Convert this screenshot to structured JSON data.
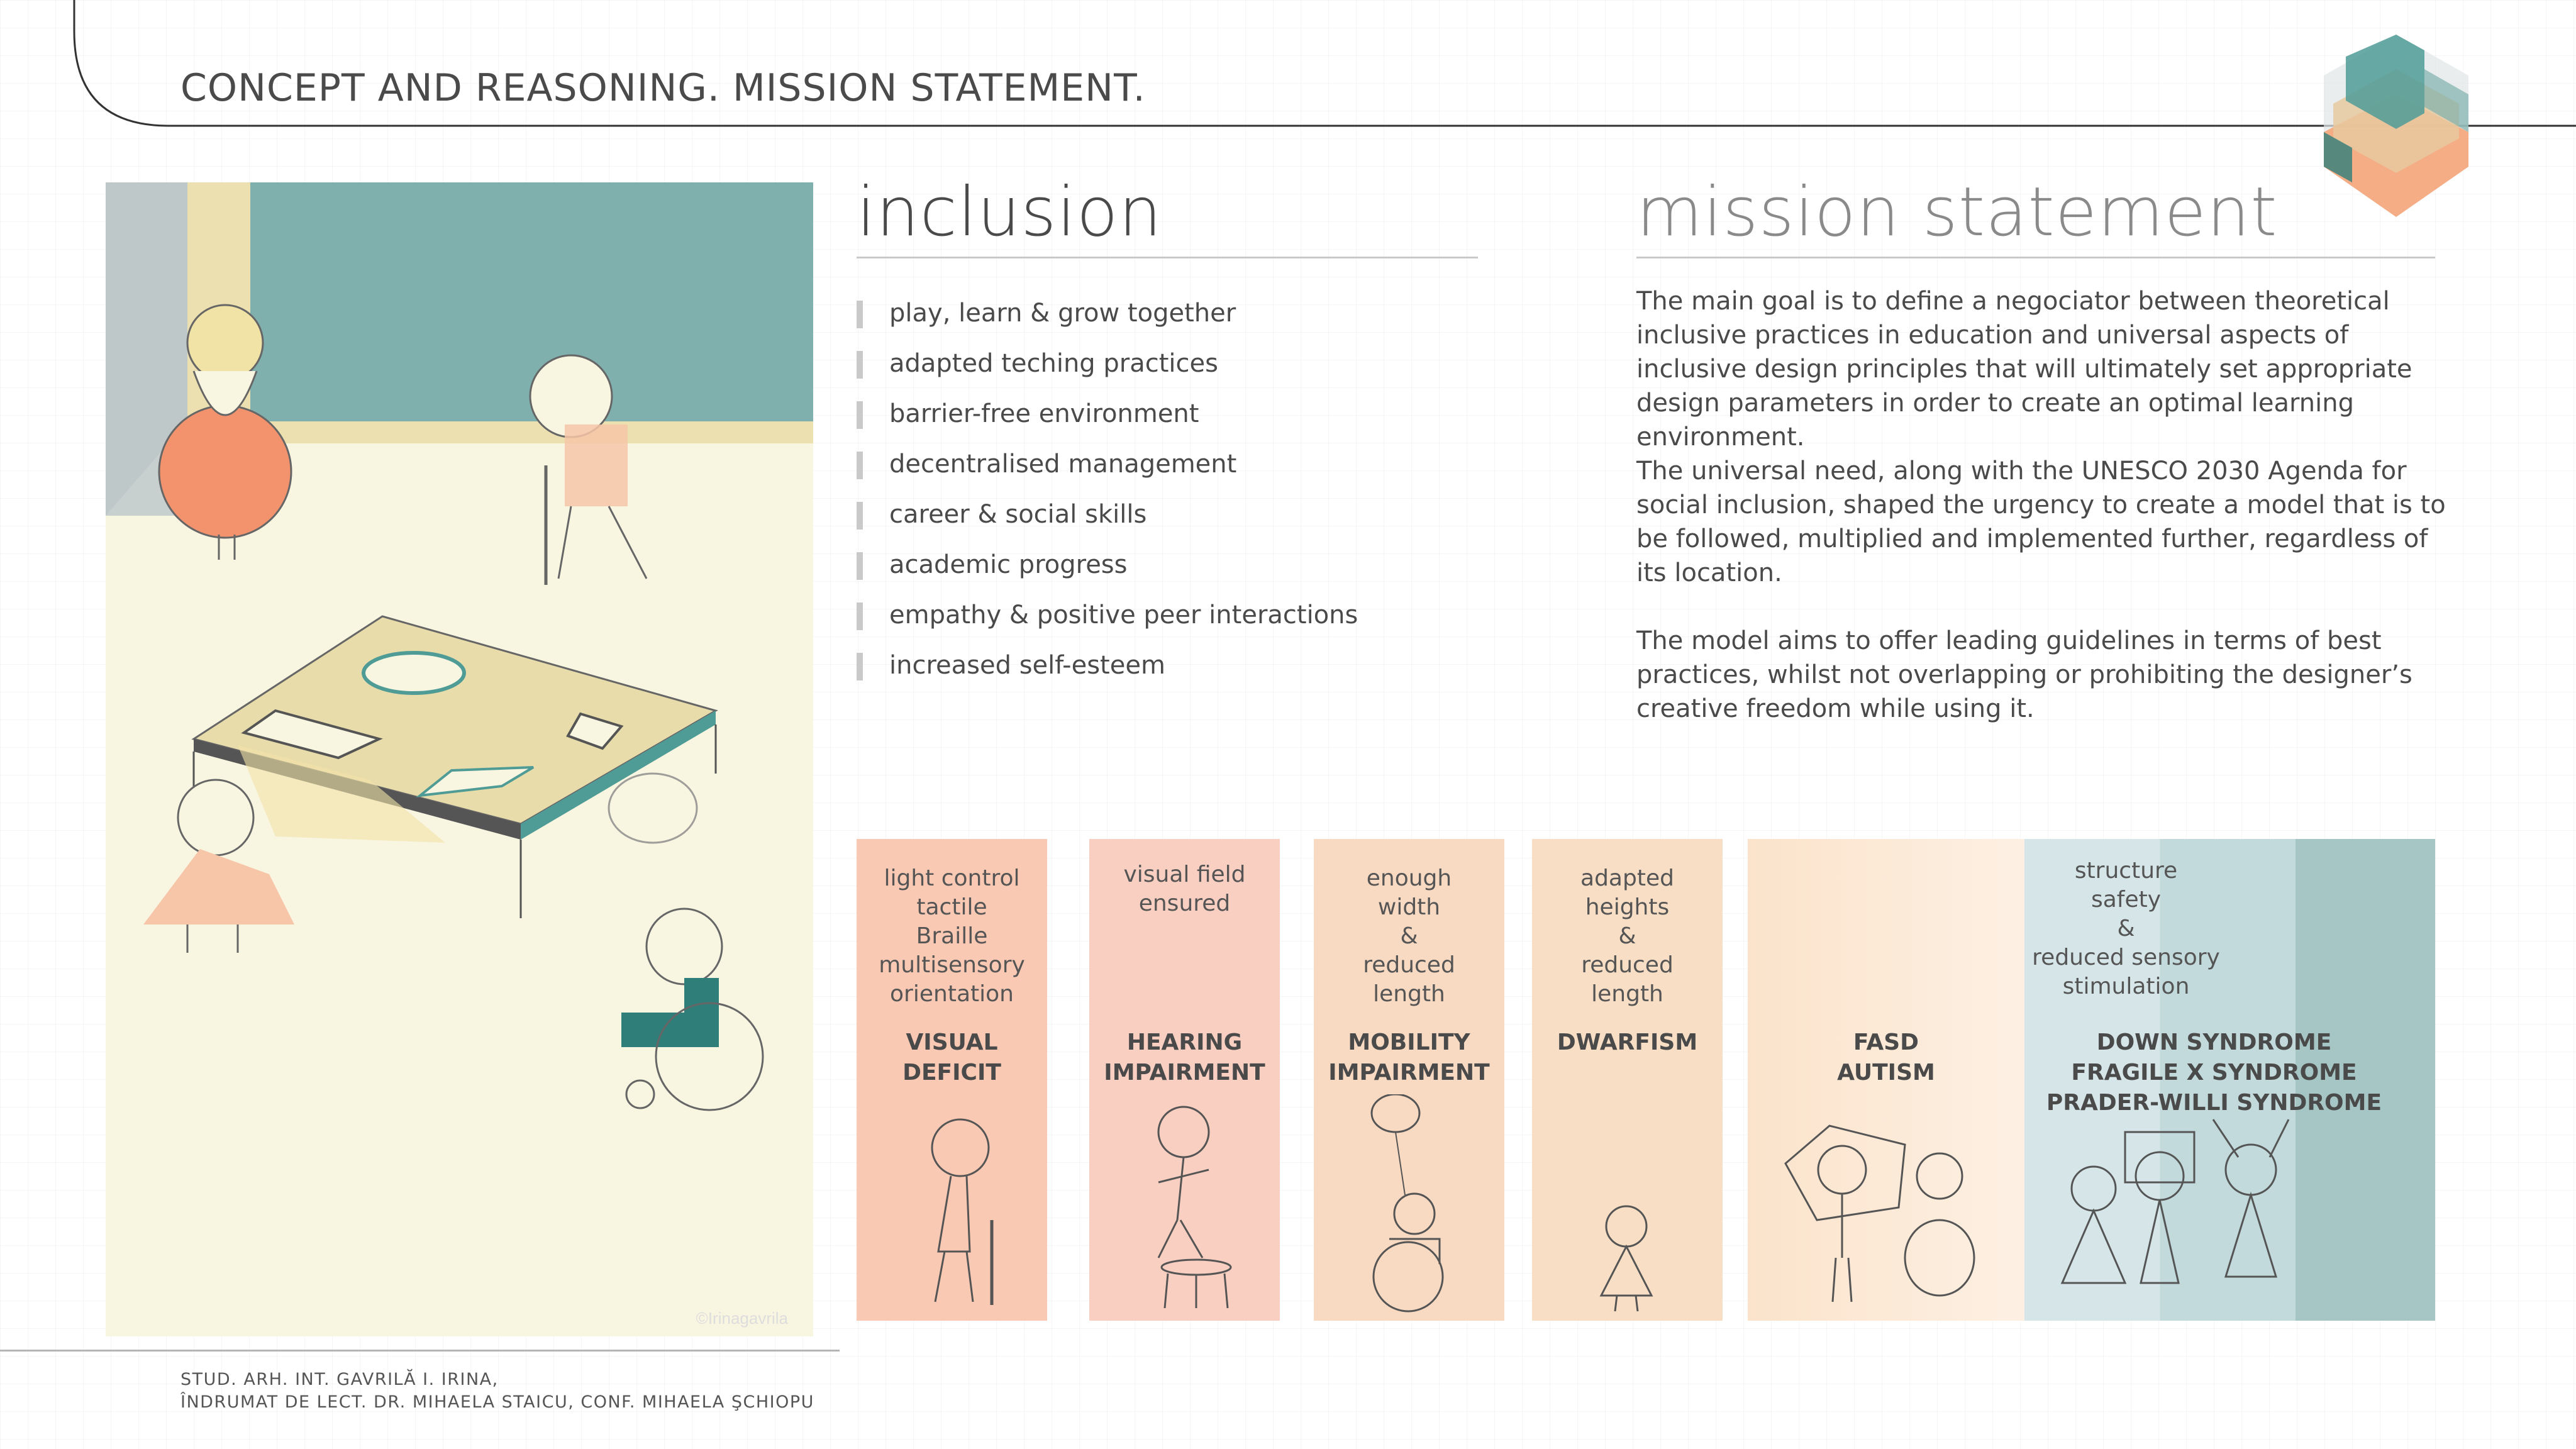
{
  "header": {
    "title": "CONCEPT AND REASONING. MISSION STATEMENT."
  },
  "illustration": {
    "watermark": "©Irinagavrila"
  },
  "inclusion": {
    "heading": "inclusion",
    "items": [
      "play, learn & grow together",
      "adapted teching practices",
      "barrier-free environment",
      "decentralised management",
      "career & social skills",
      "academic progress",
      "empathy & positive peer interactions",
      "increased self-esteem"
    ]
  },
  "mission": {
    "heading": "mission statement",
    "paragraphs": [
      "The main goal is to define a negociator between theoretical inclusive practices in education and universal aspects of inclusive design principles that will ultimately set appropriate design parameters in order to create an optimal learning  environment.",
      "The universal need, along with the UNESCO 2030 Agenda for social inclusion, shaped the urgency to create a model that is to be followed, multiplied  and implemented further, regardless of its location.",
      "The model aims to offer leading guidelines in terms of best practices, whilst not overlapping or prohibiting the designer’s creative freedom while using it."
    ]
  },
  "cards": [
    {
      "notes": "light control\ntactile\nBraille\nmultisensory\norientation",
      "title": "VISUAL\nDEFICIT",
      "color": "#f9c9b4"
    },
    {
      "notes": "visual field\nensured",
      "title": "HEARING\nIMPAIRMENT",
      "color": "#f9cfc1"
    },
    {
      "notes": "enough\nwidth\n&\nreduced\nlength",
      "title": "MOBILITY\nIMPAIRMENT",
      "color": "#f8d9c2"
    },
    {
      "notes": "adapted\nheights\n&\nreduced\nlength",
      "title": "DWARFISM",
      "color": "#f8dec5"
    },
    {
      "notes": "",
      "title": "FASD\nAUTISM",
      "color": "#fbe3cb"
    },
    {
      "notes": "structure\nsafety\n&\nreduced sensory\nstimulation",
      "title": "DOWN SYNDROME\nFRAGILE X SYNDROME\nPRADER-WILLI SYNDROME",
      "color": "#c6dcdf"
    }
  ],
  "footer": {
    "line1": "STUD. ARH. INT. GAVRILĂ I. IRINA,",
    "line2": "ÎNDRUMAT DE LECT. DR. MIHAELA STAICU, CONF. MIHAELA ŞCHIOPU"
  },
  "colors": {
    "teal": "#7fb0ad",
    "cream": "#f8f5e1",
    "sand": "#e8dcaa",
    "peach": "#f7c6a8",
    "orange": "#f2936d",
    "line": "#555555"
  }
}
